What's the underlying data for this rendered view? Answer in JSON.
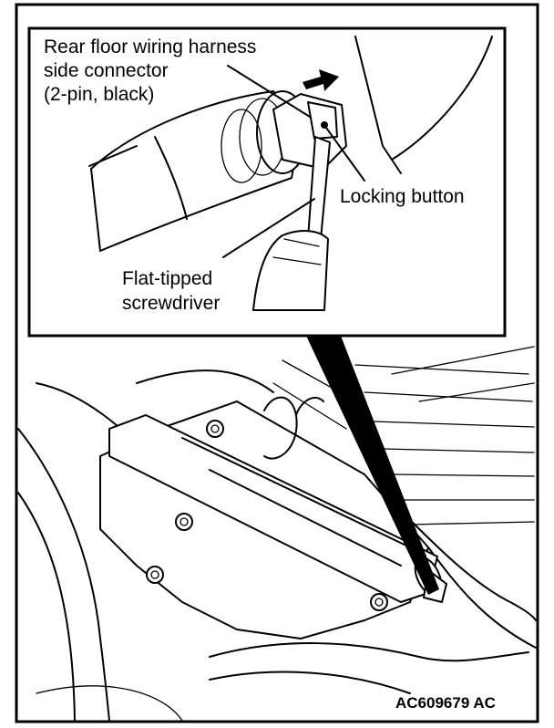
{
  "figure": {
    "callouts": {
      "connector_line1": "Rear floor wiring harness",
      "connector_line2": "side connector",
      "connector_line3": "(2-pin, black)",
      "locking_button": "Locking button",
      "screwdriver_line1": "Flat-tipped",
      "screwdriver_line2": "screwdriver"
    },
    "figure_code": "AC609679 AC"
  }
}
